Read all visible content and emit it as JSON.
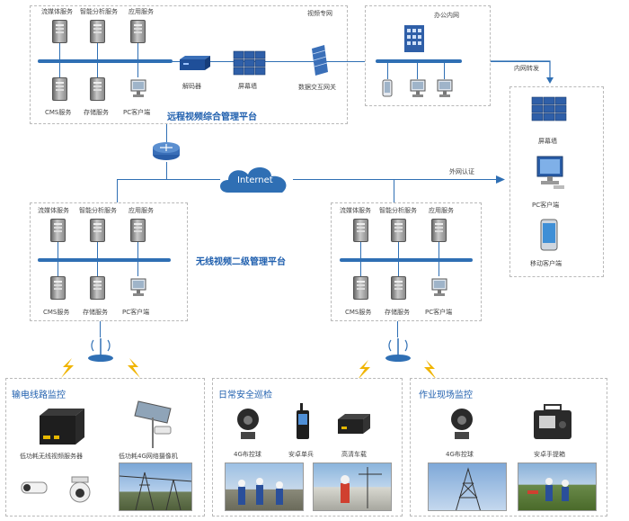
{
  "colors": {
    "accent": "#1f5fae",
    "line": "#2f6fb4",
    "lightning": "#f0b400"
  },
  "top_platform": {
    "server_labels": [
      "流媒体服务",
      "智能分析服务",
      "应用服务"
    ],
    "bottom_labels": [
      "CMS服务",
      "存储服务",
      "PC客户端"
    ],
    "network_label": "视频专网",
    "title": "远程视频综合管理平台",
    "decoder_label": "解码器",
    "screen_wall_label": "屏幕墙",
    "gateway_label": "数据交互网关"
  },
  "office": {
    "label": "办公内网",
    "forward_label": "内网转发"
  },
  "clients": {
    "screen_wall": "屏幕墙",
    "pc": "PC客户端",
    "mobile": "移动客户端"
  },
  "internet": {
    "label": "Internet",
    "external_auth": "外网认证"
  },
  "second_platform": {
    "title": "无线视频二级管理平台",
    "left": {
      "server_labels": [
        "流媒体服务",
        "智能分析服务",
        "应用服务"
      ],
      "bottom_labels": [
        "CMS服务",
        "存储服务",
        "PC客户端"
      ]
    },
    "right": {
      "server_labels": [
        "流媒体服务",
        "智能分析服务",
        "应用服务"
      ],
      "bottom_labels": [
        "CMS服务",
        "存储服务",
        "PC客户端"
      ]
    }
  },
  "zones": {
    "power_line": {
      "title": "输电线路监控",
      "items": [
        "低功耗无线视频服务器",
        "低功耗4G网络摄像机"
      ]
    },
    "safety": {
      "title": "日常安全巡检",
      "items": [
        "4G布控球",
        "安卓单兵",
        "高清车载"
      ]
    },
    "worksite": {
      "title": "作业现场监控",
      "items": [
        "4G布控球",
        "安卓手提箱"
      ]
    }
  },
  "icons": [
    "server-icon",
    "decoder-icon",
    "screen-wall-icon",
    "firewall-icon",
    "building-icon",
    "router-icon",
    "cloud-icon",
    "pc-icon",
    "mobile-icon",
    "antenna-icon",
    "lightning-icon",
    "camera-icon",
    "dome-camera-icon",
    "phone-icon",
    "dvr-icon",
    "solar-camera-icon"
  ]
}
